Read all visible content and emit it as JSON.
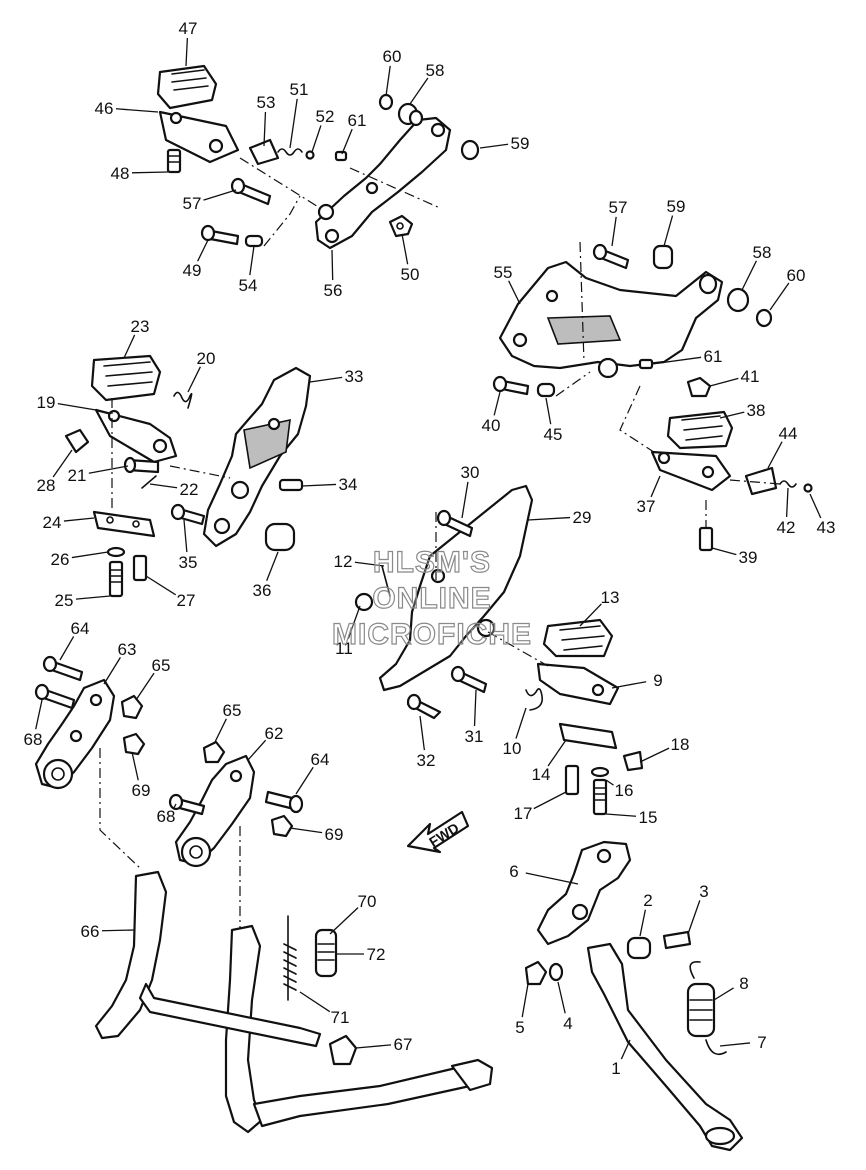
{
  "watermark": {
    "lines": [
      "HLSM'S",
      "ONLINE",
      "MICROFICHE"
    ]
  },
  "direction_marker": "FWD",
  "callouts": [
    "47",
    "46",
    "48",
    "53",
    "51",
    "52",
    "61",
    "60",
    "58",
    "59",
    "57",
    "49",
    "54",
    "56",
    "50",
    "23",
    "20",
    "19",
    "28",
    "21",
    "22",
    "24",
    "26",
    "25",
    "27",
    "35",
    "36",
    "33",
    "34",
    "57",
    "59",
    "58",
    "60",
    "55",
    "61",
    "41",
    "40",
    "45",
    "38",
    "44",
    "37",
    "42",
    "43",
    "39",
    "30",
    "29",
    "12",
    "11",
    "13",
    "9",
    "10",
    "31",
    "32",
    "18",
    "14",
    "16",
    "17",
    "15",
    "64",
    "63",
    "65",
    "68",
    "69",
    "65",
    "62",
    "64",
    "68",
    "69",
    "6",
    "2",
    "3",
    "5",
    "4",
    "8",
    "7",
    "1",
    "66",
    "70",
    "72",
    "71",
    "67"
  ]
}
